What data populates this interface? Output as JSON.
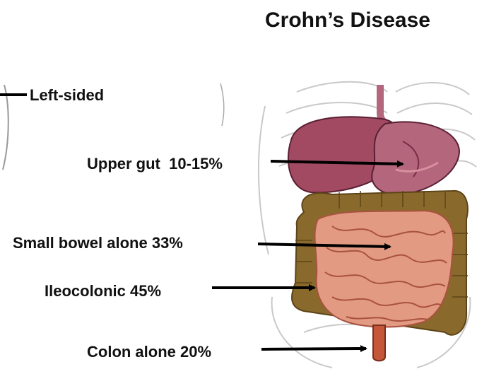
{
  "diagram": {
    "title": "Crohn’s Disease",
    "labels": {
      "left_sided": "Left-sided",
      "upper_gut": "Upper gut  10-15%",
      "small_bowel": "Small bowel alone 33%",
      "ileocolonic": "Ileocolonic 45%",
      "colon_alone": "Colon alone 20%"
    },
    "colors": {
      "stomach": "#8e3a55",
      "stomach_light": "#b3667c",
      "liver": "#a34a63",
      "small_intestine": "#e39a82",
      "small_intestine_outline": "#a8523f",
      "colon": "#8a6a2c",
      "colon_outline": "#5c4418",
      "rectum": "#c4573a",
      "skeleton": "#c9c9c9",
      "arrow": "#000000"
    }
  }
}
